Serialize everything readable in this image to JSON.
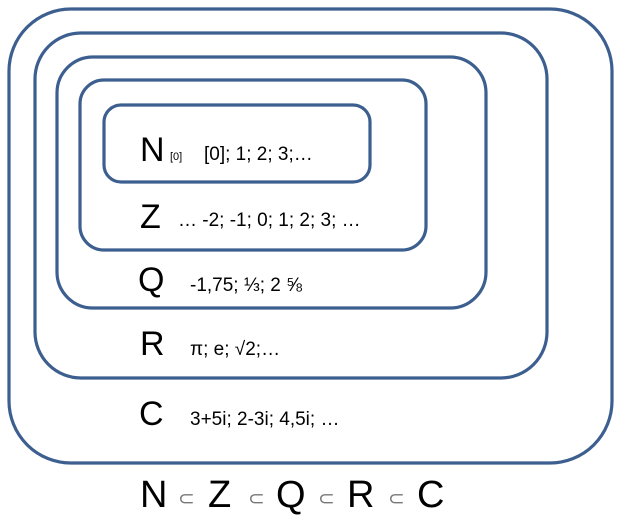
{
  "sets": {
    "N": {
      "symbol": "N",
      "subscript": "[0]",
      "examples": "[0]; 1; 2; 3;…"
    },
    "Z": {
      "symbol": "Z",
      "examples": "… -2; -1; 0; 1; 2; 3; …"
    },
    "Q": {
      "symbol": "Q",
      "examples": "-1,75; ⅓; 2 ⅝"
    },
    "R": {
      "symbol": "R",
      "examples": "π; e; √2;…"
    },
    "C": {
      "symbol": "C",
      "examples": "3+5i; 2-3i; 4,5i; …"
    }
  },
  "chain": {
    "items": [
      "N",
      "Z",
      "Q",
      "R",
      "C"
    ],
    "operator": "⊂"
  },
  "colors": {
    "border": "#3c5f8f"
  }
}
